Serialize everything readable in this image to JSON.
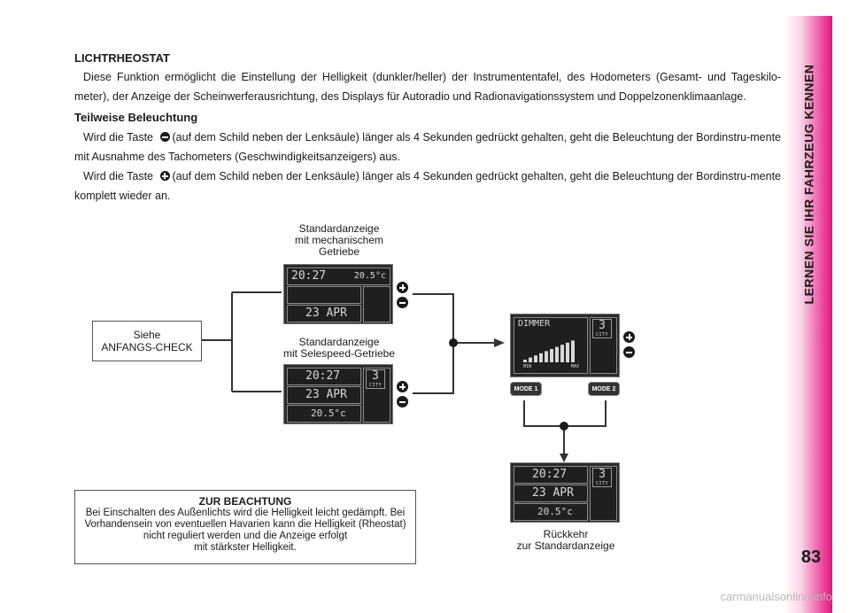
{
  "sidebar": {
    "title": "LERNEN SIE IHR FAHRZEUG KENNEN",
    "page_number": "83"
  },
  "section": {
    "heading": "LICHTRHEOSTAT",
    "intro": "Diese Funktion ermöglicht die Einstellung der Helligkeit (dunkler/heller) der Instrumententafel, des Hodometers (Gesamt- und Tageskilo-meter), der Anzeige der Scheinwerferausrichtung, des Displays für Autoradio und Radionavigationssystem und Doppelzonenklimaanlage.",
    "subheading": "Teilweise Beleuchtung",
    "para1_before": "Wird die Taste",
    "para1_after": "(auf dem Schild neben der Lenksäule) länger als 4 Sekunden gedrückt gehalten, geht die Beleuchtung der Bordinstru-mente mit Ausnahme des Tachometers (Geschwindigkeitsanzeigers) aus.",
    "para2_before": "Wird die Taste",
    "para2_after": "(auf dem Schild neben der Lenksäule) länger als 4 Sekunden gedrückt gehalten, geht die Beleuchtung der Bordinstru-mente komplett wieder an."
  },
  "diagram": {
    "see_box": {
      "line1": "Siehe",
      "line2": "ANFANGS-CHECK"
    },
    "mechanical": {
      "caption1": "Standardanzeige",
      "caption2": "mit mechanischem",
      "caption3": "Getriebe",
      "time": "20:27",
      "temp": "20.5°c",
      "date": "23 APR"
    },
    "selespeed": {
      "caption1": "Standardanzeige",
      "caption2": "mit Selespeed-Getriebe",
      "time": "20:27",
      "gear": "3",
      "gear_mode": "CITY",
      "date": "23 APR",
      "temp": "20.5°c"
    },
    "dimmer": {
      "label": "DIMMER",
      "gear": "3",
      "gear_mode": "CITY",
      "min": "MIN",
      "max": "MAX",
      "mode1": "MODE 1",
      "mode2": "MODE 2",
      "level_bars": 10
    },
    "return": {
      "time": "20:27",
      "gear": "3",
      "gear_mode": "CITY",
      "date": "23 APR",
      "temp": "20.5°c",
      "caption1": "Rückkehr",
      "caption2": "zur Standardanzeige"
    }
  },
  "note": {
    "title": "ZUR BEACHTUNG",
    "line1": "Bei Einschalten des Außenlichts wird die Helligkeit leicht gedämpft. Bei",
    "line2": "Vorhandensein von eventuellen Havarien kann die Helligkeit (Rheostat)",
    "line3": "nicht reguliert werden und die Anzeige erfolgt",
    "line4": "mit stärkster Helligkeit."
  },
  "watermark": "carmanualsonline.info",
  "colors": {
    "accent": "#e2157f",
    "display_bg": "#2c2c2c"
  }
}
